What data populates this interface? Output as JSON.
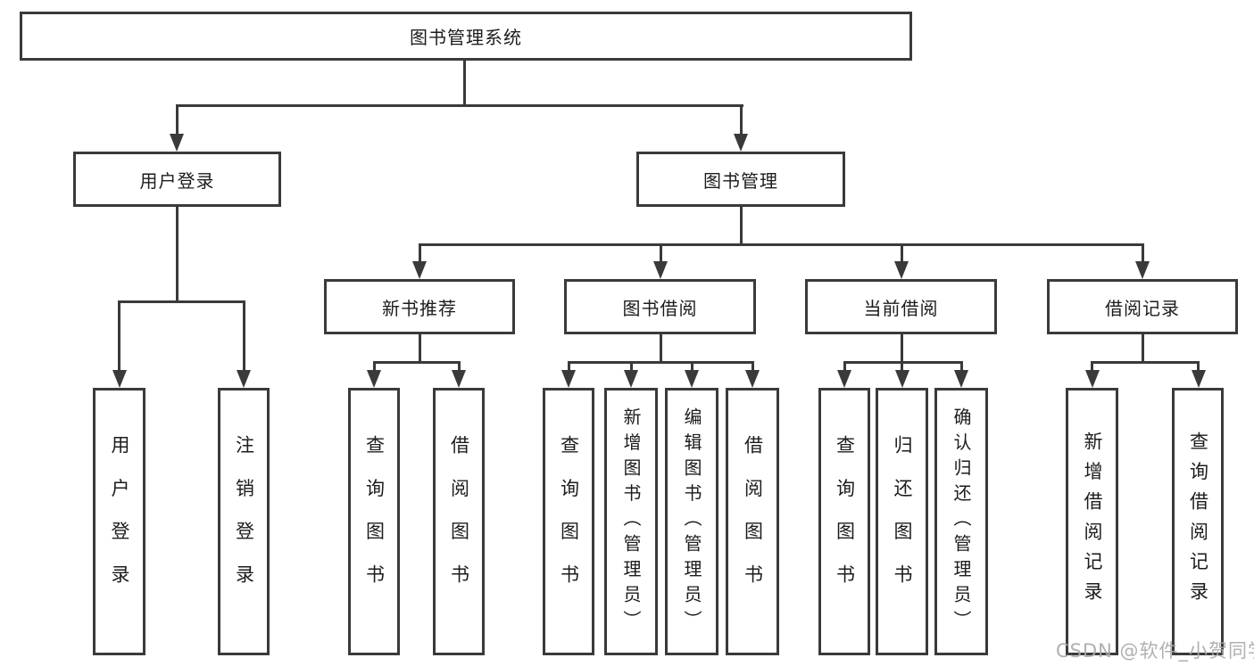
{
  "diagram_title": "图书管理系统",
  "tree": {
    "title": "图书管理系统",
    "branches": [
      {
        "label": "用户登录",
        "children": [
          "用户登录",
          "注销登录"
        ]
      },
      {
        "label": "图书管理",
        "sections": [
          {
            "label": "新书推荐",
            "children": [
              "查询图书",
              "借阅图书"
            ]
          },
          {
            "label": "图书借阅",
            "children": [
              "查询图书",
              "新增图书（管理员）",
              "编辑图书（管理员）",
              "借阅图书"
            ]
          },
          {
            "label": "当前借阅",
            "children": [
              "查询图书",
              "归还图书",
              "确认归还（管理员）"
            ]
          },
          {
            "label": "借阅记录",
            "children": [
              "新增借阅记录",
              "查询借阅记录"
            ]
          }
        ]
      }
    ]
  },
  "watermark": {
    "text": "CSDN @软件_小贺同学"
  },
  "colors": {
    "line": "#3a3a3a",
    "text": "#1c1c1c",
    "watermark": "#aaaaaa",
    "background": "#ffffff"
  }
}
